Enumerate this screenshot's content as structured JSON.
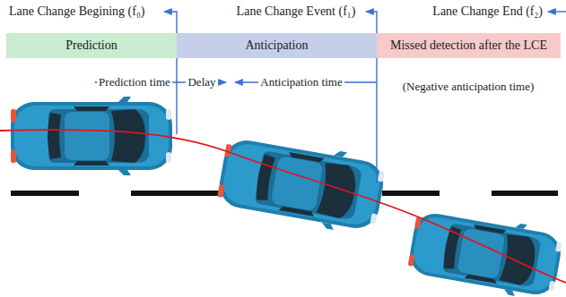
{
  "diagram": {
    "nodes": [
      {
        "text": [
          "Prediction"
        ]
      },
      {
        "text": [
          "Anticipation"
        ]
      },
      {
        "text": [
          "Missed detection after the LCE"
        ]
      }
    ],
    "labels": [
      "Lane Change Begining (f₀)",
      "Lane Change Event (f₁)",
      "Lane Change End (f₂)",
      "Prediction time",
      "Delay",
      "Anticipation time",
      "(Negative anticipation time)"
    ]
  }
}
